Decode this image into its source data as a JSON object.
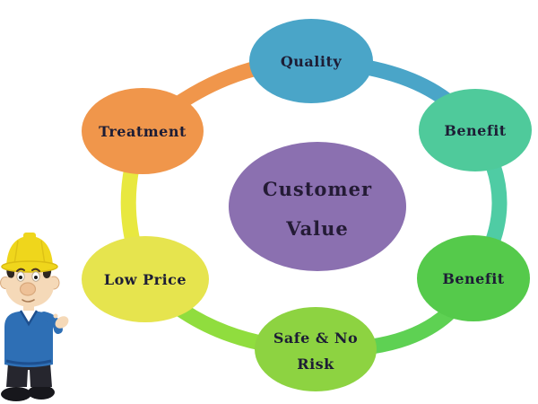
{
  "background_color": "#ffffff",
  "text_color": "#1d1d35",
  "diagram": {
    "center_node": {
      "line1": "Customer",
      "line2": "Value",
      "color": "#8b70b0"
    },
    "nodes": [
      {
        "id": "quality",
        "label": "Quality",
        "color": "#4aa5c8"
      },
      {
        "id": "treatment",
        "label": "Treatment",
        "color": "#f0964b"
      },
      {
        "id": "benefit-top-right",
        "label": "Benefit",
        "color": "#4fca9b"
      },
      {
        "id": "low-price",
        "label": "Low Price",
        "color": "#e6e44e"
      },
      {
        "id": "benefit-bottom-right",
        "label": "Benefit",
        "color": "#55ca4b"
      },
      {
        "id": "safe-no-risk",
        "line1": "Safe & No",
        "line2": "Risk",
        "color": "#8dd341"
      }
    ],
    "connectors": [
      {
        "from": "treatment",
        "to": "quality",
        "color": "#f0964b"
      },
      {
        "from": "quality",
        "to": "benefit-top-right",
        "color": "#4aa5c8"
      },
      {
        "from": "benefit-top-right",
        "to": "benefit-bottom-right",
        "color": "#4fcca4"
      },
      {
        "from": "benefit-bottom-right",
        "to": "safe-no-risk",
        "color": "#5ed153"
      },
      {
        "from": "safe-no-risk",
        "to": "low-price",
        "color": "#90dd3e"
      },
      {
        "from": "low-price",
        "to": "treatment",
        "color": "#e8e83f"
      }
    ]
  },
  "mascot": {
    "name": "construction-worker-cartoon",
    "colors": {
      "hat": "#efd61c",
      "hat_shade": "#d9bb12",
      "skin": "#f5d9b8",
      "skin_shade": "#eec197",
      "hair": "#2e2620",
      "sweater": "#2e6fb5",
      "sweater_shade": "#1d4f8f",
      "shirt": "#ffffff",
      "pants": "#26262e",
      "shoes": "#17171c"
    }
  }
}
